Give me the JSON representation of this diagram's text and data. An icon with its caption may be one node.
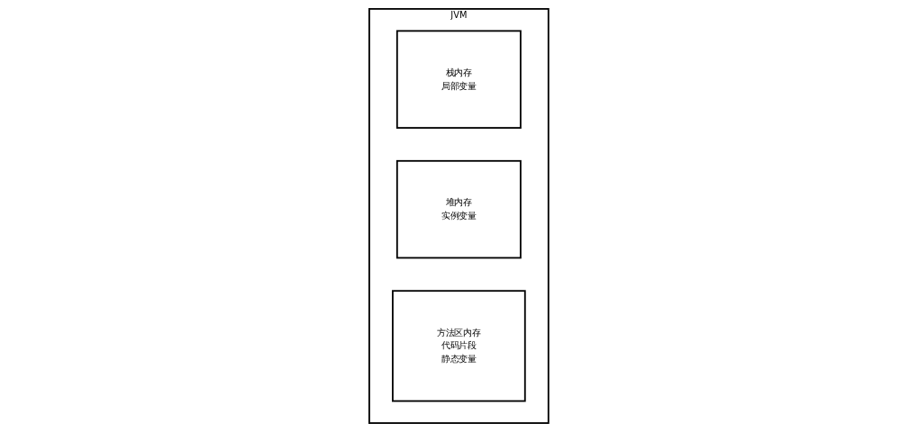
{
  "diagram": {
    "nodes": [
      {
        "text": [
          "JVM"
        ]
      },
      {
        "text": [
          "栈内存",
          "局部变量"
        ],
        "in": 0
      },
      {
        "text": [
          "堆内存",
          "实例变量"
        ],
        "in": 0
      },
      {
        "text": [
          "方法区内存",
          "代码片段",
          "静态变量"
        ],
        "in": 0
      }
    ]
  }
}
